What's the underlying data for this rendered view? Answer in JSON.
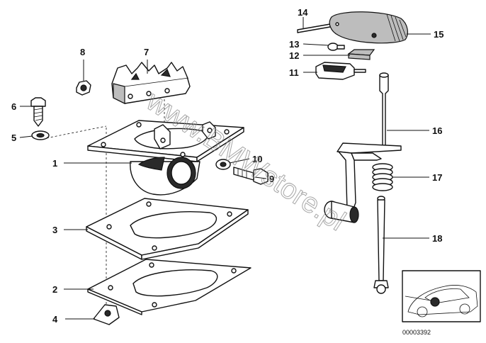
{
  "callouts": {
    "c1": "1",
    "c2": "2",
    "c3": "3",
    "c4": "4",
    "c5": "5",
    "c6": "6",
    "c7": "7",
    "c8": "8",
    "c9": "9",
    "c10": "10",
    "c11": "11",
    "c12": "12",
    "c13": "13",
    "c14": "14",
    "c15": "15",
    "c16": "16",
    "c17": "17",
    "c18": "18"
  },
  "watermark": "www.BMWstore.pl",
  "reference_number": "00003392"
}
